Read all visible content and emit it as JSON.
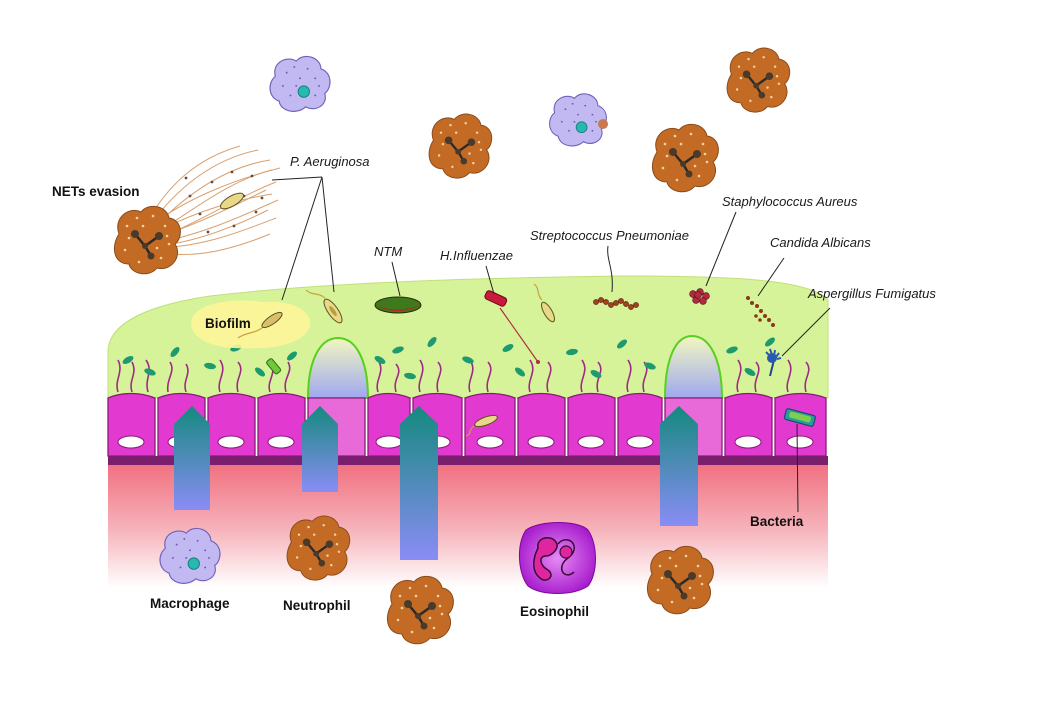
{
  "labels": {
    "nets_evasion": "NETs evasion",
    "p_aeruginosa": "P. Aeruginosa",
    "biofilm": "Biofilm",
    "ntm": "NTM",
    "h_influenzae": "H.Influenzae",
    "streptococcus": "Streptococcus Pneumoniae",
    "staphylococcus": "Staphylococcus Aureus",
    "candida": "Candida Albicans",
    "aspergillus": "Aspergillus Fumigatus",
    "bacteria": "Bacteria",
    "macrophage": "Macrophage",
    "neutrophil": "Neutrophil",
    "eosinophil": "Eosinophil"
  },
  "colors": {
    "mucus": "#d6f39a",
    "epithelium": "#e23ad0",
    "basement": "#7a1f6e",
    "tissue": "#f07a86",
    "neutrophil": "#c0702a",
    "macrophage": "#b9b0ee",
    "eosinophil": "#b020d0",
    "migration_arrow": "#1c8f86"
  }
}
